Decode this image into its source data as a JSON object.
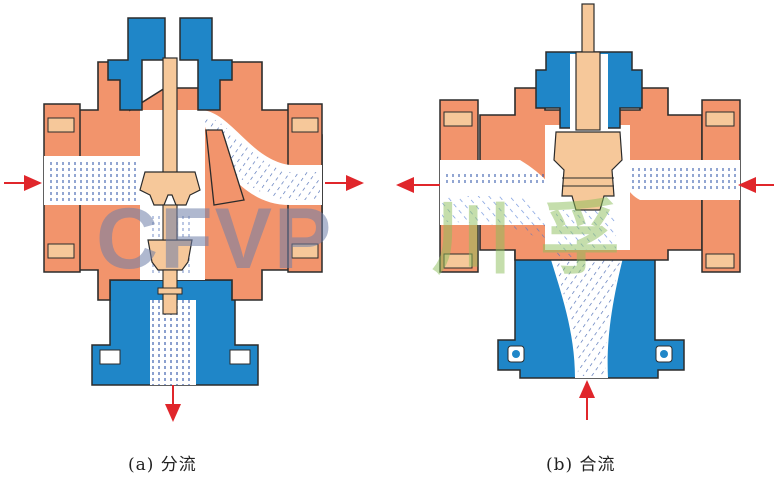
{
  "figure": {
    "left_caption": "(a) 分流",
    "right_caption": "(b) 合流"
  },
  "watermark": {
    "latin": "CFVP",
    "chinese": "川 孚"
  },
  "colors": {
    "body": "#f2946c",
    "body_outline": "#2b2b2b",
    "bonnet": "#1f86c8",
    "trim": "#f6c89a",
    "flow_lines": "#2c52a8",
    "arrow": "#e0262b",
    "cavity": "#ffffff"
  },
  "icons": [
    "flow-arrow-icon"
  ]
}
